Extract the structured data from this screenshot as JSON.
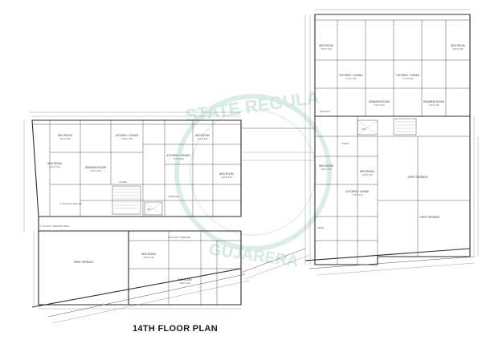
{
  "plan": {
    "title": "14TH FLOOR PLAN"
  },
  "watermark": {
    "top_text": "STATE REGULA",
    "bottom_text": "GUJARERA"
  },
  "rooms_left": [
    {
      "id": "bed1",
      "name": "BED ROOM",
      "size": "3.00 X 3.20"
    },
    {
      "id": "bed2",
      "name": "BED ROOM",
      "size": "3.00 X 3.30"
    },
    {
      "id": "drawing1",
      "name": "DRAWING ROOM",
      "size": "3.70 X 3.50"
    },
    {
      "id": "kitchen1",
      "name": "KITCHEN + DINING",
      "size": "5.70 X 3.00"
    },
    {
      "id": "bed3",
      "name": "BED ROOM",
      "size": "3.20 X 3.20"
    },
    {
      "id": "bed4",
      "name": "BED ROOM",
      "size": "3.20 X 3.20"
    },
    {
      "id": "kitchen2",
      "name": "KITCHEN + DINING",
      "size": "2.70 X 3.00"
    },
    {
      "id": "bed5",
      "name": "BED ROOM",
      "size": "3.00 X 3.20"
    },
    {
      "id": "bed6",
      "name": "BED ROOM",
      "size": "3.00 X 3.30"
    },
    {
      "id": "open1",
      "name": "OPEN TERRACE",
      "size": ""
    }
  ],
  "rooms_right": [
    {
      "id": "bed7",
      "name": "BED ROOM",
      "size": "3.00 X 3.20"
    },
    {
      "id": "bed8",
      "name": "BED ROOM",
      "size": "3.00 X 3.30"
    },
    {
      "id": "kitchen3",
      "name": "KITCHEN + DINING",
      "size": "5.70 X 3.00"
    },
    {
      "id": "kitchen4",
      "name": "KITCHEN + DINING",
      "size": "5.70 X 3.00"
    },
    {
      "id": "drawing2",
      "name": "DRAWING ROOM",
      "size": "3.70 X 3.50"
    },
    {
      "id": "drawing3",
      "name": "DRAWING ROOM",
      "size": "3.70 X 3.50"
    },
    {
      "id": "bed9",
      "name": "BED ROOM",
      "size": "3.00 X 3.20"
    },
    {
      "id": "bed10",
      "name": "BED ROOM",
      "size": "3.20 X 3.20"
    },
    {
      "id": "kitchen5",
      "name": "KITCHEN + DINING",
      "size": "2.70 X 3.00"
    },
    {
      "id": "open2",
      "name": "OPEN TERRACE",
      "size": ""
    },
    {
      "id": "open3",
      "name": "OPEN TERRACE",
      "size": ""
    }
  ],
  "notes": {
    "parapet": "1.15 MT.HT. PARAPET WALL",
    "railing": "1.15 MT.HT. RAILING",
    "lift": "LIFT",
    "foyer": "FOYER",
    "passage": "PASSAGE",
    "toilet": "TOILET",
    "wash": "WASH",
    "balcony": "BALCONY",
    "terrace": "BALCONY TERRACE"
  }
}
